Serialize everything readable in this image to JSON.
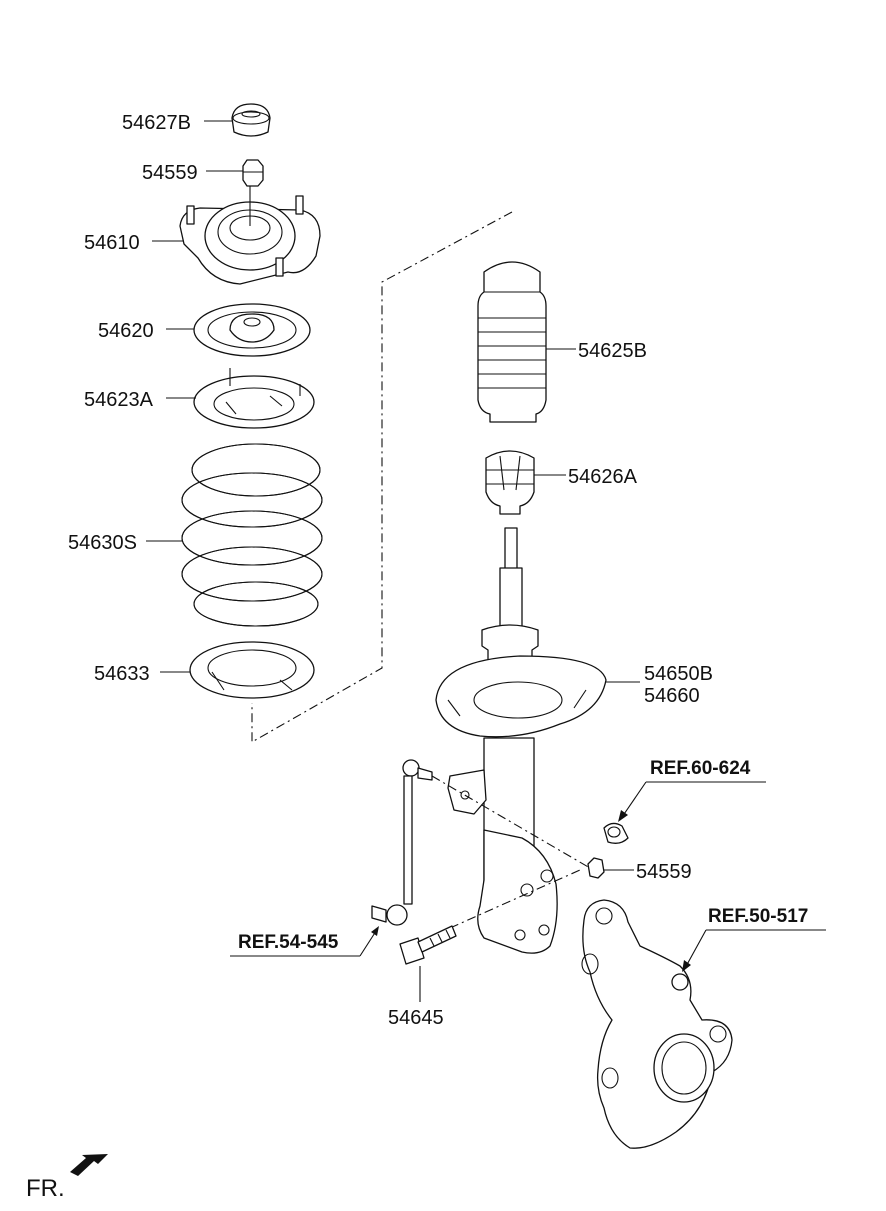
{
  "labels": {
    "top_bushing": "54627B",
    "top_nut": "54559",
    "mount_insulator": "54610",
    "bearing": "54620",
    "upper_spring_pad": "54623A",
    "coil_spring": "54630S",
    "lower_spring_pad": "54633",
    "dust_cover": "54625B",
    "bumper_stopper": "54626A",
    "strut_assembly_a": "54650B",
    "strut_assembly_b": "54660",
    "knuckle_nut": "54559",
    "strut_bolt": "54645"
  },
  "refs": {
    "bushing_ref": "REF.60-624",
    "stabilizer_link_ref": "REF.54-545",
    "knuckle_ref": "REF.50-517"
  },
  "front_indicator": "FR."
}
